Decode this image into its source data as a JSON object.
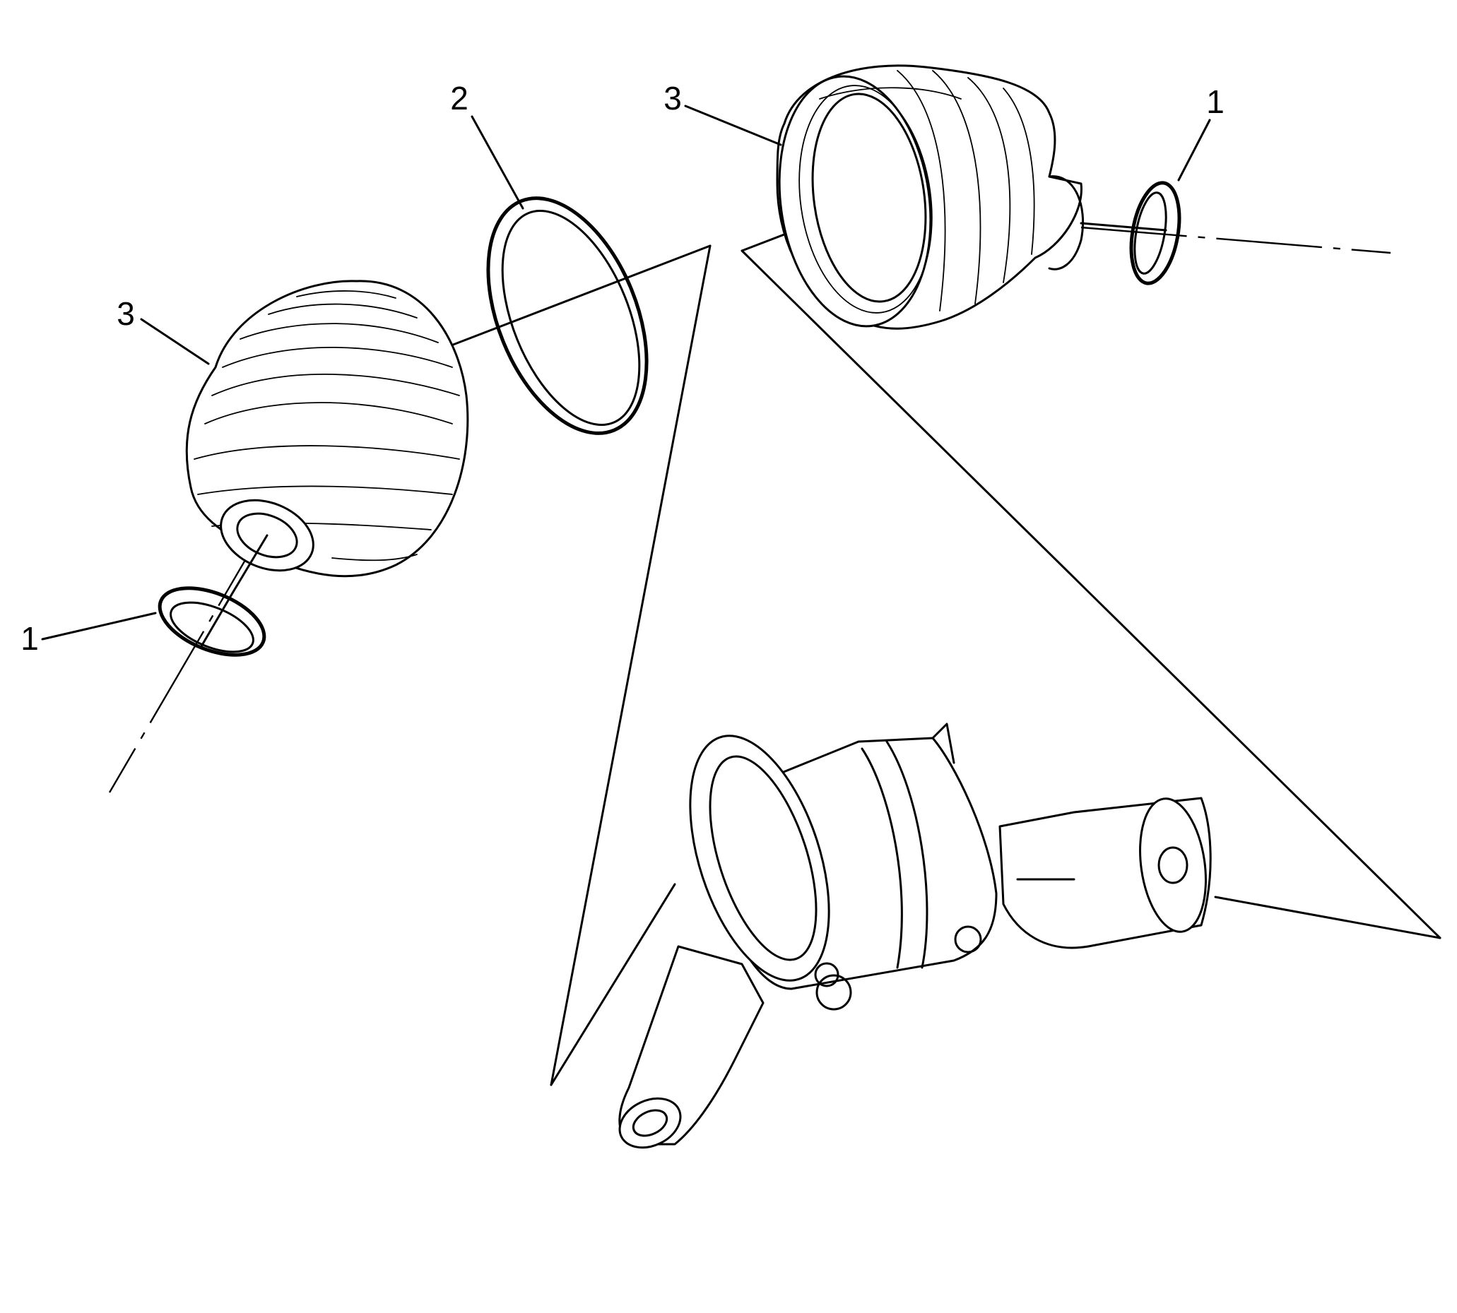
{
  "callouts": {
    "left_seal_ring": "1",
    "left_clamp_ring": "2",
    "left_boot": "3",
    "right_boot": "3",
    "right_seal_ring": "1"
  }
}
